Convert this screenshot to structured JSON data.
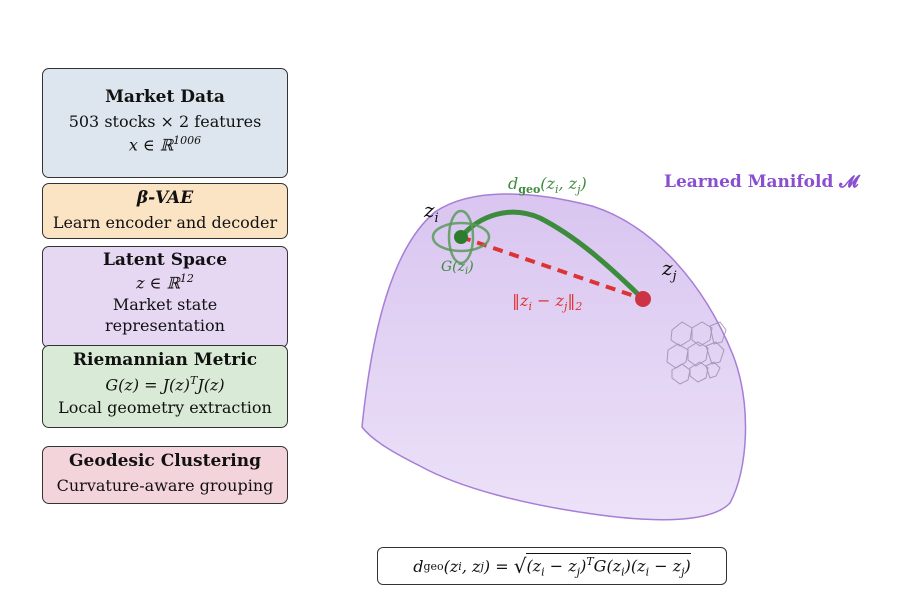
{
  "pipeline": {
    "market": {
      "title": "Market Data",
      "line1": "503 stocks × 2 features",
      "line2": "x  ∈  ℝ",
      "line2_sup": "1006"
    },
    "vae": {
      "title": "β-VAE",
      "line1": "Learn encoder and decoder"
    },
    "latent": {
      "title": "Latent Space",
      "line1": "z  ∈  ℝ",
      "line1_sup": "12",
      "line2": "Market state",
      "line3": "representation"
    },
    "riemann": {
      "title": "Riemannian Metric",
      "line1": "G(z)  =  J(z)",
      "line1_sup": "T",
      "line1_tail": "J(z)",
      "line2": "Local geometry extraction"
    },
    "cluster": {
      "title": "Geodesic Clustering",
      "line1": "Curvature-aware grouping"
    }
  },
  "manifold": {
    "label": "Learned Manifold 𝓜",
    "geodesic_label": "d_geo(z_i, z_j)",
    "geo_d": "d",
    "geo_sub": "geo",
    "geo_args": "(z",
    "geo_i": "i",
    "geo_comma": ", z",
    "geo_j": "j",
    "geo_close": ")",
    "zi_label": "z",
    "zi_sub": "i",
    "zj_label": "z",
    "zj_sub": "j",
    "metric_label": "G(z",
    "metric_sub": "i",
    "metric_close": ")",
    "euclid_label": "‖z_i − z_j‖_2",
    "euc_open": "‖z",
    "euc_i": "i",
    "euc_mid": " − z",
    "euc_j": "j",
    "euc_close": "‖",
    "euc_2": "2"
  },
  "formula": {
    "text": "d_geo(z_i, z_j) = √((z_i − z_j)^T G(z_i)(z_i − z_j))",
    "lhs_d": "d",
    "lhs_sub": "geo",
    "lhs_rest": "(z",
    "lhs_i": "i",
    "lhs_mid": ", z",
    "lhs_j": "j",
    "lhs_close": ") = ",
    "sqrt": "√",
    "rhs1": "(z",
    "rhs_i1": "i",
    "rhs2": " − z",
    "rhs_j1": "j",
    "rhs3": ")",
    "rhs_T": "T",
    "rhs4": "G(z",
    "rhs_i2": "i",
    "rhs5": ")(z",
    "rhs_i3": "i",
    "rhs6": " − z",
    "rhs_j2": "j",
    "rhs7": ")"
  },
  "colors": {
    "manifold_fill": "#e2d2f2",
    "manifold_stroke": "#a77ed6",
    "geodesic": "#3d8b3d",
    "euclidean": "#dd3333",
    "label_purple": "#8a4fd1"
  }
}
